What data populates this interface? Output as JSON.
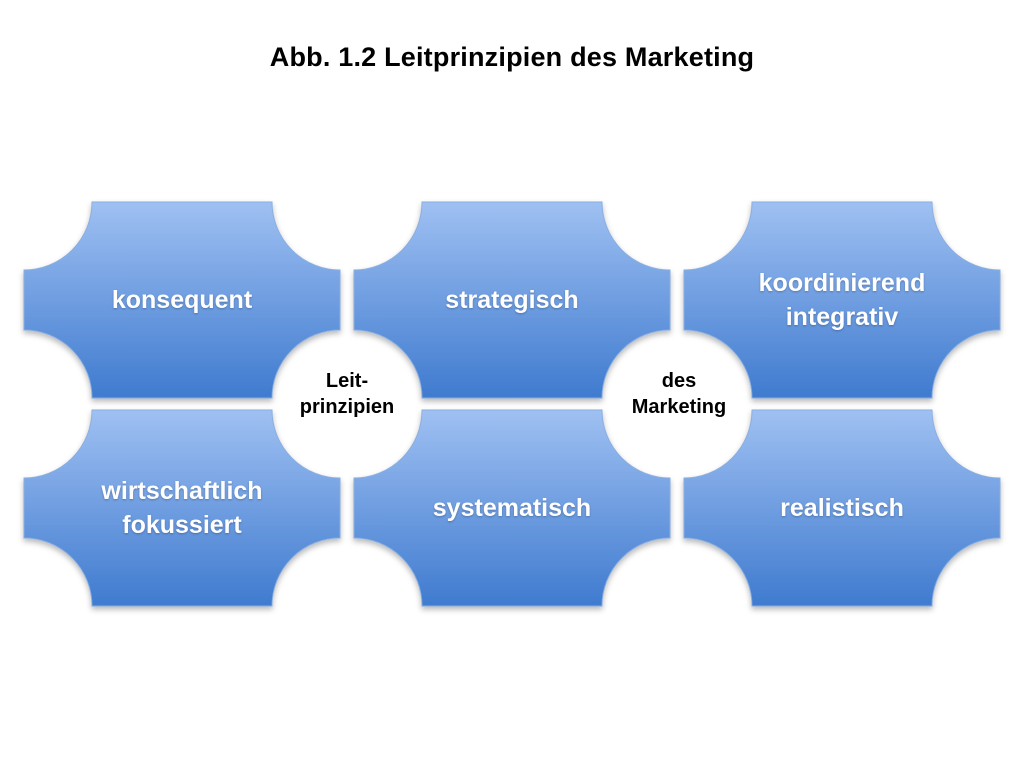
{
  "title": "Abb. 1.2   Leitprinzipien des Marketing",
  "colors": {
    "tile_top": "#9fc0f2",
    "tile_bottom": "#3f7bcf",
    "tile_stroke": "#8aaee0"
  },
  "tiles": [
    {
      "lines": [
        "konsequent"
      ]
    },
    {
      "lines": [
        "strategisch"
      ]
    },
    {
      "lines": [
        "koordinierend",
        "integrativ"
      ]
    },
    {
      "lines": [
        "wirtschaftlich",
        "fokussiert"
      ]
    },
    {
      "lines": [
        "systematisch"
      ]
    },
    {
      "lines": [
        "realistisch"
      ]
    }
  ],
  "centers": [
    {
      "lines": [
        "Leit-",
        "prinzipien"
      ]
    },
    {
      "lines": [
        "des",
        "Marketing"
      ]
    }
  ]
}
